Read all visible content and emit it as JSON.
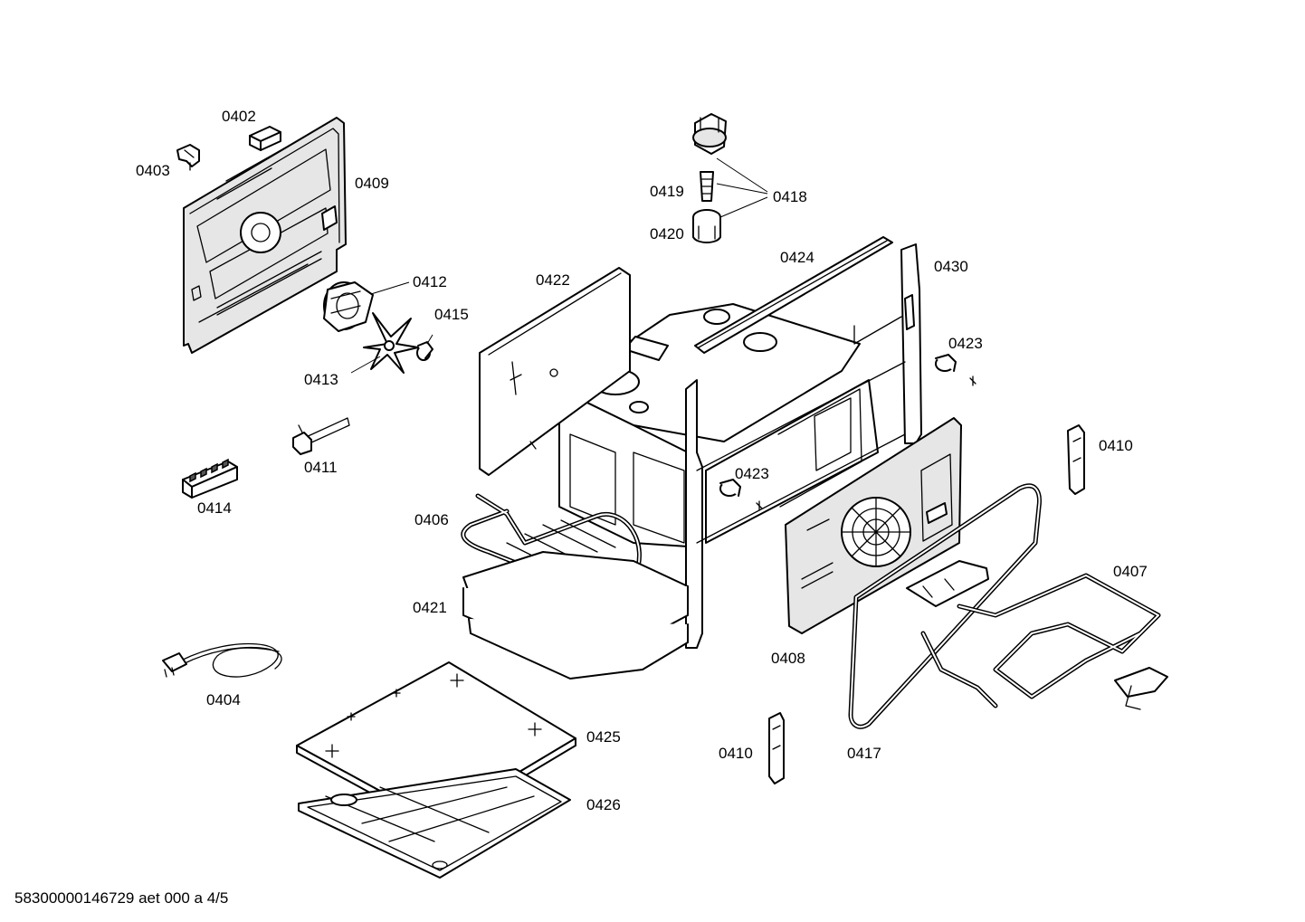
{
  "diagram": {
    "part_labels": {
      "p0402": "0402",
      "p0403": "0403",
      "p0409": "0409",
      "p0412": "0412",
      "p0415": "0415",
      "p0413": "0413",
      "p0411": "0411",
      "p0414": "0414",
      "p0419": "0419",
      "p0418": "0418",
      "p0420": "0420",
      "p0424": "0424",
      "p0430": "0430",
      "p0422": "0422",
      "p0423a": "0423",
      "p0423b": "0423",
      "p0410a": "0410",
      "p0410b": "0410",
      "p0406": "0406",
      "p0421": "0421",
      "p0407": "0407",
      "p0408": "0408",
      "p0417": "0417",
      "p0404": "0404",
      "p0425": "0425",
      "p0426": "0426"
    },
    "footer_code": "58300000146729 aet 000 a 4/5"
  }
}
